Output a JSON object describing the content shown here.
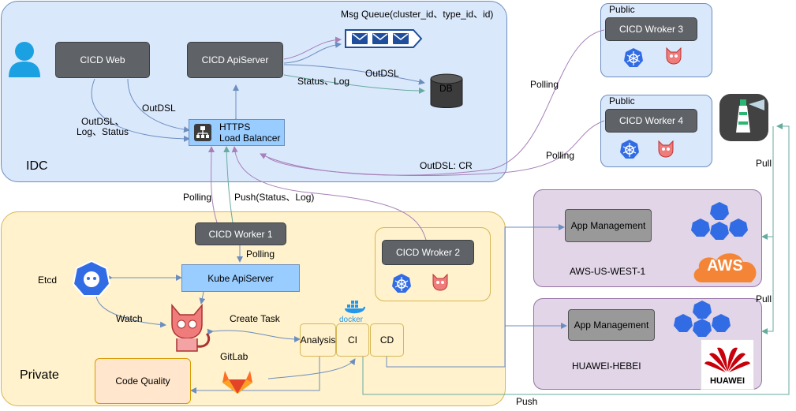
{
  "regions": {
    "idc": "IDC",
    "private": "Private",
    "public_3": "Public",
    "public_4": "Public",
    "aws": "AWS-US-WEST-1",
    "huawei": "HUAWEI-HEBEI"
  },
  "nodes": {
    "cicd_web": "CICD Web",
    "cicd_apiserver": "CICD ApiServer",
    "msg_queue": "Msg Queue(cluster_id、type_id、id)",
    "db": "DB",
    "lb_line1": "HTTPS",
    "lb_line2": "Load Balancer",
    "worker1": "CICD Worker 1",
    "worker2": "CICD Wroker 2",
    "worker3": "CICD Wroker 3",
    "worker4": "CICD Worker 4",
    "kube_apiserver": "Kube ApiServer",
    "etcd": "Etcd",
    "analysis": "Analysis",
    "ci": "CI",
    "cd": "CD",
    "code_quality": "Code Quality",
    "gitlab": "GitLab",
    "docker": "docker",
    "app_mgmt_aws": "App Management",
    "app_mgmt_huawei": "App Management",
    "aws_logo": "AWS",
    "huawei_logo": "HUAWEI"
  },
  "edge_labels": {
    "outdsl_web": "OutDSL",
    "outdsl_log_status_1": "OutDSL、",
    "outdsl_log_status_2": "Log、Status",
    "status_log": "Status、Log",
    "outdsl_db": "OutDSL",
    "outdsl_cr": "OutDSL: CR",
    "polling_w1": "Polling",
    "push_status_log": "Push(Status、Log)",
    "polling_kube": "Polling",
    "watch": "Watch",
    "create_task": "Create Task",
    "polling_w3": "Polling",
    "polling_w4": "Polling",
    "pull_1": "Pull",
    "pull_2": "Pull",
    "push": "Push"
  },
  "colors": {
    "idc_fill": "#dae8fc",
    "private_fill": "#fff2cc",
    "cloud_fill": "#e1d5e7",
    "arrow_blue": "#6c8ebf",
    "arrow_purple": "#a680b8",
    "arrow_green": "#67ab9f",
    "aws_orange": "#f58536",
    "huawei_red": "#c7000b",
    "k8s_blue": "#326ce5"
  }
}
